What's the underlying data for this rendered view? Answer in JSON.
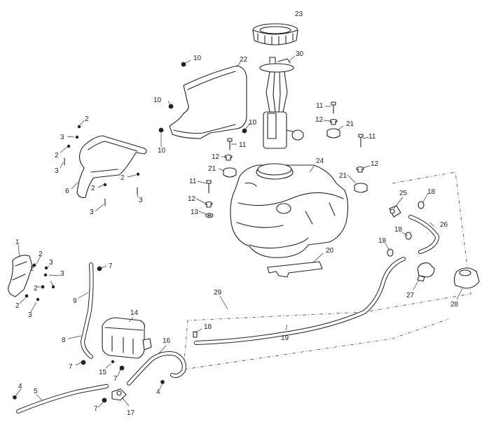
{
  "callouts": [
    {
      "id": "c23a",
      "label": "23"
    },
    {
      "id": "c10a",
      "label": "10"
    },
    {
      "id": "c22",
      "label": "22"
    },
    {
      "id": "c30",
      "label": "30"
    },
    {
      "id": "c10b",
      "label": "10"
    },
    {
      "id": "c10c",
      "label": "10"
    },
    {
      "id": "c10d",
      "label": "10"
    },
    {
      "id": "c11a",
      "label": "11"
    },
    {
      "id": "c12a",
      "label": "12"
    },
    {
      "id": "c21a",
      "label": "21"
    },
    {
      "id": "c11b",
      "label": "11"
    },
    {
      "id": "c11c",
      "label": "11"
    },
    {
      "id": "c12b",
      "label": "12"
    },
    {
      "id": "c21b",
      "label": "21"
    },
    {
      "id": "c24",
      "label": "24"
    },
    {
      "id": "c12c",
      "label": "12"
    },
    {
      "id": "c21c",
      "label": "21"
    },
    {
      "id": "c11d",
      "label": "11"
    },
    {
      "id": "c12d",
      "label": "12"
    },
    {
      "id": "c13",
      "label": "13"
    },
    {
      "id": "c2a",
      "label": "2"
    },
    {
      "id": "c3a",
      "label": "3"
    },
    {
      "id": "c2b",
      "label": "2"
    },
    {
      "id": "c3b",
      "label": "3"
    },
    {
      "id": "c2c",
      "label": "2"
    },
    {
      "id": "c6",
      "label": "6"
    },
    {
      "id": "c2d",
      "label": "2"
    },
    {
      "id": "c3c",
      "label": "3"
    },
    {
      "id": "c3d",
      "label": "3"
    },
    {
      "id": "c25",
      "label": "25"
    },
    {
      "id": "c18a",
      "label": "18"
    },
    {
      "id": "c18b",
      "label": "18"
    },
    {
      "id": "c18c",
      "label": "18"
    },
    {
      "id": "c26",
      "label": "26"
    },
    {
      "id": "c20",
      "label": "20"
    },
    {
      "id": "c1",
      "label": "1"
    },
    {
      "id": "c2e",
      "label": "2"
    },
    {
      "id": "c3e",
      "label": "3"
    },
    {
      "id": "c2f",
      "label": "2"
    },
    {
      "id": "c3f",
      "label": "3"
    },
    {
      "id": "c2g",
      "label": "2"
    },
    {
      "id": "c2h",
      "label": "2"
    },
    {
      "id": "c3g",
      "label": "3"
    },
    {
      "id": "c7a",
      "label": "7"
    },
    {
      "id": "c9",
      "label": "9"
    },
    {
      "id": "c29",
      "label": "29"
    },
    {
      "id": "c27",
      "label": "27"
    },
    {
      "id": "c28",
      "label": "28"
    },
    {
      "id": "c14",
      "label": "14"
    },
    {
      "id": "c18d",
      "label": "18"
    },
    {
      "id": "c19",
      "label": "19"
    },
    {
      "id": "c8",
      "label": "8"
    },
    {
      "id": "c16",
      "label": "16"
    },
    {
      "id": "c7b",
      "label": "7"
    },
    {
      "id": "c15",
      "label": "15"
    },
    {
      "id": "c7c",
      "label": "7"
    },
    {
      "id": "c4a",
      "label": "4"
    },
    {
      "id": "c4b",
      "label": "4"
    },
    {
      "id": "c5",
      "label": "5"
    },
    {
      "id": "c7d",
      "label": "7"
    },
    {
      "id": "c17",
      "label": "17"
    }
  ]
}
